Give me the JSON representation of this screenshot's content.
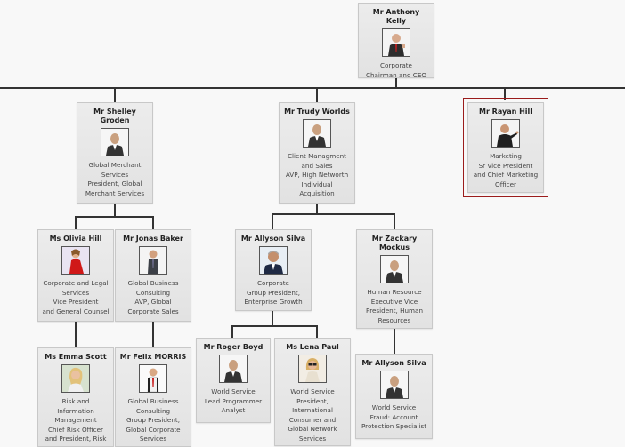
{
  "colors": {
    "background": "#f8f8f8",
    "connector": "#333333",
    "selection": "#9b1c1c",
    "card": "#e6e6e6"
  },
  "org_chart": {
    "nodes": [
      {
        "id": "anthony",
        "name": "Mr Anthony Kelly",
        "role": "Corporate\nChairman and CEO",
        "photo": "businessman-thumbsup-photo"
      },
      {
        "id": "shelley",
        "name": "Mr Shelley Groden",
        "role": "Global Merchant Services\nPresident, Global Merchant Services",
        "photo": "placeholder-silhouette-photo"
      },
      {
        "id": "trudy",
        "name": "Mr Trudy Worlds",
        "role": "Client Managment and Sales\nAVP, High Networth Individual Acquisition",
        "photo": "placeholder-silhouette-photo"
      },
      {
        "id": "rayan",
        "name": "Mr Rayan Hill",
        "role": "Marketing\nSr Vice President and Chief Marketing Officer",
        "photo": "man-pointing-photo"
      },
      {
        "id": "olivia",
        "name": "Ms Olivia Hill",
        "role": "Corporate and Legal Services\nVice President and General Counsel",
        "photo": "woman-red-dress-photo"
      },
      {
        "id": "jonas",
        "name": "Mr Jonas Baker",
        "role": "Global Business Consulting\nAVP, Global Corporate Sales",
        "photo": "man-suit-photo"
      },
      {
        "id": "allyson1",
        "name": "Mr Allyson Silva",
        "role": "Corporate\nGroup President, Enterprise Growth",
        "photo": "man-grey-hair-photo"
      },
      {
        "id": "zackary",
        "name": "Mr Zackary Mockus",
        "role": "Human Resource\nExecutive Vice President, Human Resources",
        "photo": "placeholder-silhouette-photo"
      },
      {
        "id": "emma",
        "name": "Ms Emma Scott",
        "role": "Risk and Information Management\nChief Risk Officer and President, Risk",
        "photo": "woman-blonde-photo"
      },
      {
        "id": "felix",
        "name": "Mr  Felix MORRIS",
        "role": "Global Business Consulting\nGroup President, Global Corporate Services",
        "photo": "man-red-tie-photo"
      },
      {
        "id": "roger",
        "name": "Mr Roger Boyd",
        "role": "World Service\nLead Programmer Analyst",
        "photo": "placeholder-silhouette-photo"
      },
      {
        "id": "lena",
        "name": "Ms Lena Paul",
        "role": "World Service\nPresident, International Consumer and Global Network Services",
        "photo": "woman-sunglasses-photo"
      },
      {
        "id": "allyson2",
        "name": "Mr Allyson Silva",
        "role": "World Service\nFraud: Account Protection Specialist",
        "photo": "placeholder-silhouette-photo"
      }
    ]
  },
  "labels": {
    "anthony": {
      "name": "Mr Anthony Kelly",
      "role": [
        "Corporate",
        "Chairman and CEO"
      ]
    },
    "shelley": {
      "name": [
        "Mr Shelley",
        "Groden"
      ],
      "role": [
        "Global Merchant",
        "Services",
        "President, Global",
        "Merchant Services"
      ]
    },
    "trudy": {
      "name": "Mr Trudy Worlds",
      "role": [
        "Client Managment",
        "and Sales",
        "AVP, High Networth",
        "Individual",
        "Acquisition"
      ]
    },
    "rayan": {
      "name": "Mr Rayan Hill",
      "role": [
        "Marketing",
        "Sr Vice President",
        "and Chief Marketing",
        "Officer"
      ]
    },
    "olivia": {
      "name": "Ms Olivia Hill",
      "role": [
        "Corporate and Legal",
        "Services",
        "Vice President",
        "and General Counsel"
      ]
    },
    "jonas": {
      "name": "Mr Jonas Baker",
      "role": [
        "Global Business",
        "Consulting",
        "AVP, Global",
        "Corporate Sales"
      ]
    },
    "allyson1": {
      "name": "Mr Allyson Silva",
      "role": [
        "Corporate",
        "Group President,",
        "Enterprise Growth"
      ]
    },
    "zackary": {
      "name": [
        "Mr Zackary",
        "Mockus"
      ],
      "role": [
        "Human Resource",
        "Executive Vice",
        "President, Human",
        "Resources"
      ]
    },
    "emma": {
      "name": "Ms Emma Scott",
      "role": [
        "Risk and",
        "Information",
        "Management",
        "Chief Risk Officer",
        "and President, Risk"
      ]
    },
    "felix": {
      "name": "Mr  Felix MORRIS",
      "role": [
        "Global Business",
        "Consulting",
        "Group President,",
        "Global Corporate",
        "Services"
      ]
    },
    "roger": {
      "name": "Mr Roger Boyd",
      "role": [
        "World Service",
        "Lead Programmer",
        "Analyst"
      ]
    },
    "lena": {
      "name": "Ms Lena Paul",
      "role": [
        "World Service",
        "President,",
        "International",
        "Consumer and",
        "Global Network",
        "Services"
      ]
    },
    "allyson2": {
      "name": "Mr Allyson Silva",
      "role": [
        "World Service",
        "Fraud: Account",
        "Protection Specialist"
      ]
    }
  }
}
